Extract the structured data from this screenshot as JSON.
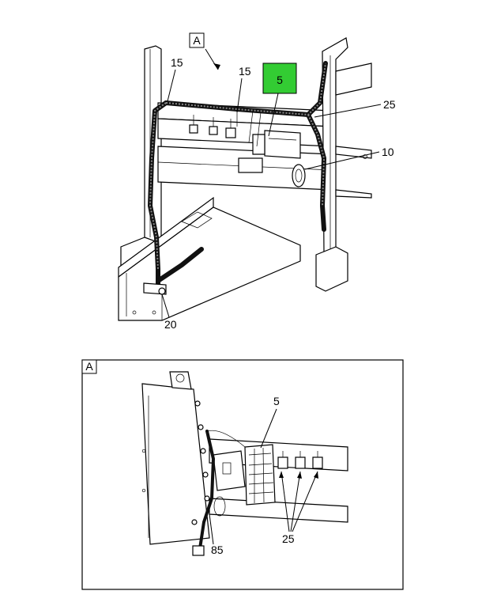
{
  "main_view": {
    "view_flag": "A",
    "callouts": {
      "c15_left": "15",
      "c15_right": "15",
      "c5_highlight": "5",
      "c25": "25",
      "c10": "10",
      "c20": "20"
    },
    "highlight_color": "#33cc33"
  },
  "detail_view": {
    "title": "A",
    "callouts": {
      "c5": "5",
      "c25": "25",
      "c85": "85"
    }
  }
}
